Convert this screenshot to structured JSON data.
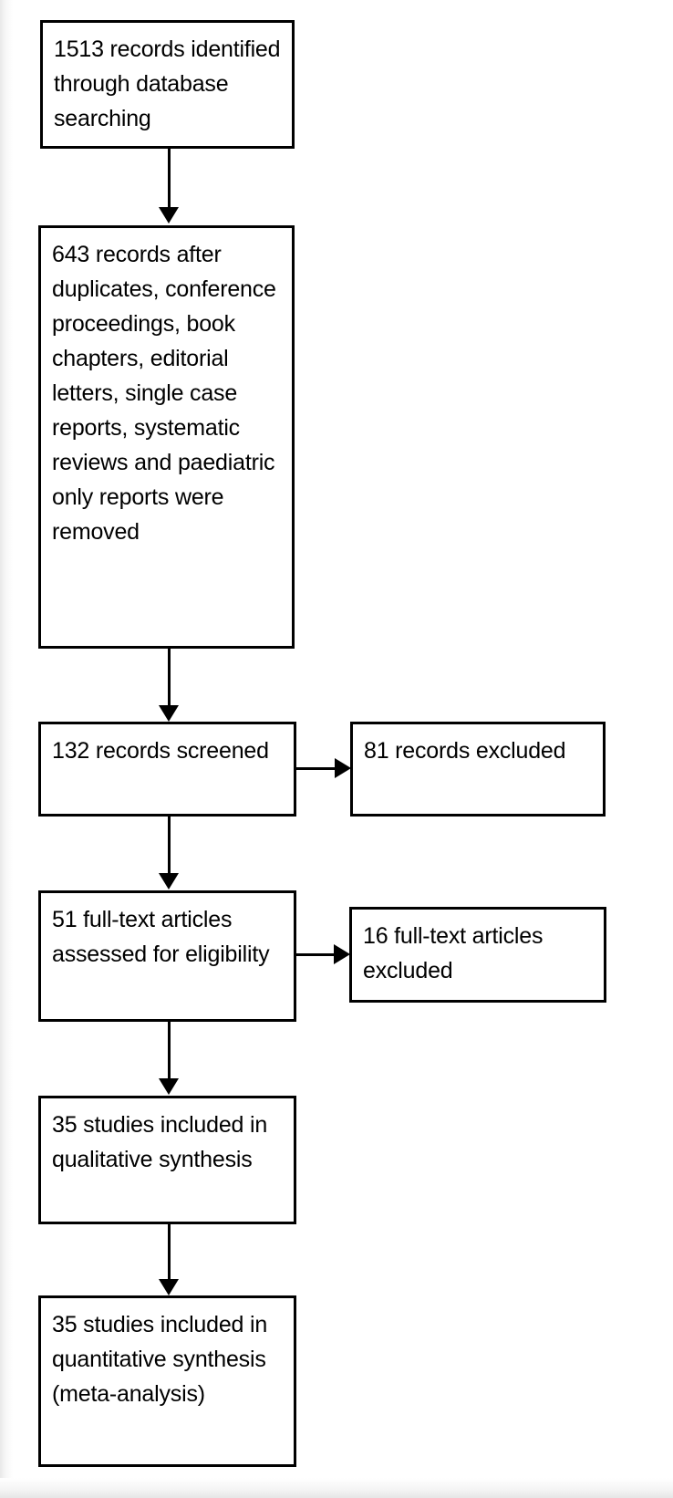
{
  "diagram": {
    "type": "prisma-flow-diagram",
    "title": "PRISMA study selection flow diagram",
    "colors": {
      "box_border": "#000000",
      "box_fill": "#ffffff",
      "connector": "#000000",
      "text": "#000000"
    },
    "nodes": [
      {
        "id": "identification",
        "count": 1513,
        "text": "1513 records identified through database searching",
        "column": "main"
      },
      {
        "id": "after-duplicates",
        "count": 643,
        "text": "643 records after duplicates, conference proceedings, book chapters, editorial letters, single case reports, systematic reviews and paediatric only reports were removed",
        "column": "main"
      },
      {
        "id": "screened",
        "count": 132,
        "text": "132 records screened",
        "column": "main"
      },
      {
        "id": "records-excluded",
        "count": 81,
        "text": "81 records excluded",
        "column": "side"
      },
      {
        "id": "full-text-assessed",
        "count": 51,
        "text": "51 full-text articles assessed for eligibility",
        "column": "main"
      },
      {
        "id": "full-text-excluded",
        "count": 16,
        "text": "16 full-text articles excluded",
        "column": "side"
      },
      {
        "id": "qualitative-synthesis",
        "count": 35,
        "text": "35 studies included in qualitative synthesis",
        "column": "main"
      },
      {
        "id": "quantitative-synthesis",
        "count": 35,
        "text": "35 studies included in quantitative synthesis (meta-analysis)",
        "column": "main"
      }
    ],
    "edges": [
      {
        "from": "identification",
        "to": "after-duplicates",
        "direction": "down"
      },
      {
        "from": "after-duplicates",
        "to": "screened",
        "direction": "down"
      },
      {
        "from": "screened",
        "to": "records-excluded",
        "direction": "right"
      },
      {
        "from": "screened",
        "to": "full-text-assessed",
        "direction": "down"
      },
      {
        "from": "full-text-assessed",
        "to": "full-text-excluded",
        "direction": "right"
      },
      {
        "from": "full-text-assessed",
        "to": "qualitative-synthesis",
        "direction": "down"
      },
      {
        "from": "qualitative-synthesis",
        "to": "quantitative-synthesis",
        "direction": "down"
      }
    ]
  }
}
